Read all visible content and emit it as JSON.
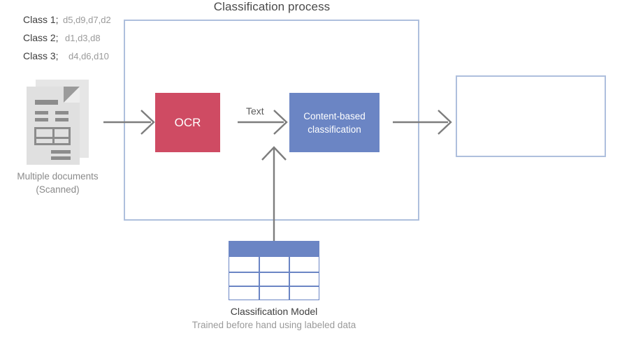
{
  "diagram": {
    "title": "Classification process",
    "source_label": {
      "line1": "Multiple documents",
      "line2": "(Scanned)"
    },
    "stages": {
      "ocr": {
        "label": "OCR",
        "color": "#cf4b63"
      },
      "classification": {
        "line1": "Content-based",
        "line2": "classification",
        "color": "#6b85c4"
      }
    },
    "arrow_labels": {
      "text": "Text"
    },
    "output": {
      "classes": [
        {
          "name": "Class 1;",
          "docs": "d5,d9,d7,d2"
        },
        {
          "name": "Class 2;",
          "docs": "d1,d3,d8"
        },
        {
          "name": "Class 3;",
          "docs": "d4,d6,d10"
        }
      ]
    },
    "model": {
      "caption": "Classification Model",
      "subcaption": "Trained before hand using labeled data",
      "header_color": "#6b85c4",
      "columns": 3,
      "body_rows": 3
    },
    "colors": {
      "container_border": "#aebfdd",
      "arrow": "#7d7d7d",
      "document_icon": "#e0e0e0",
      "muted_text": "#9a9a9a",
      "body_text": "#3d3d3d"
    }
  }
}
